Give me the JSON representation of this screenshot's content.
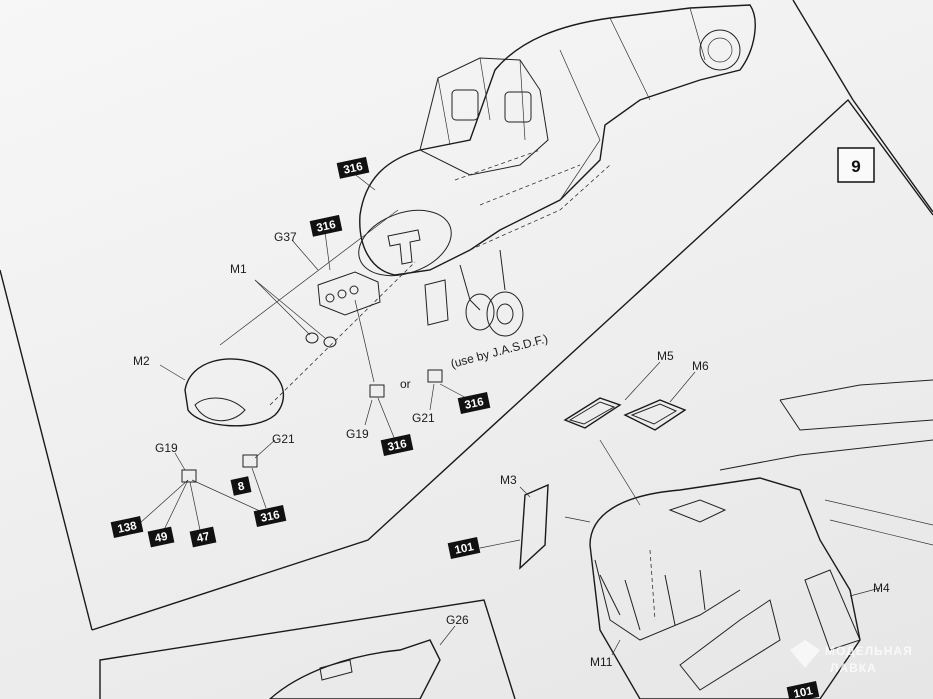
{
  "step": {
    "number": "9"
  },
  "upper_panel": {
    "labels": {
      "g37": "G37",
      "m1": "M1",
      "m2": "M2",
      "g19_left": "G19",
      "g21_left": "G21",
      "g19_mid": "G19",
      "g21_mid": "G21",
      "or": "or",
      "use_note": "(use by J.A.S.D.F.)"
    },
    "boxes": {
      "b316_top": "316",
      "b316_g37": "316",
      "b316_mid": "316",
      "b316_right": "316",
      "b316_bottom": "316",
      "b8": "8",
      "b138": "138",
      "b49": "49",
      "b47": "47"
    }
  },
  "lower_panel": {
    "labels": {
      "m5": "M5",
      "m6": "M6",
      "m3": "M3",
      "m4": "M4",
      "m11": "M11",
      "g26": "G26"
    },
    "boxes": {
      "b101_left": "101",
      "b101_bottom": "101"
    }
  },
  "watermark": {
    "line1": "МОДЕЛЬНАЯ",
    "line2": "ЛАВКА"
  }
}
